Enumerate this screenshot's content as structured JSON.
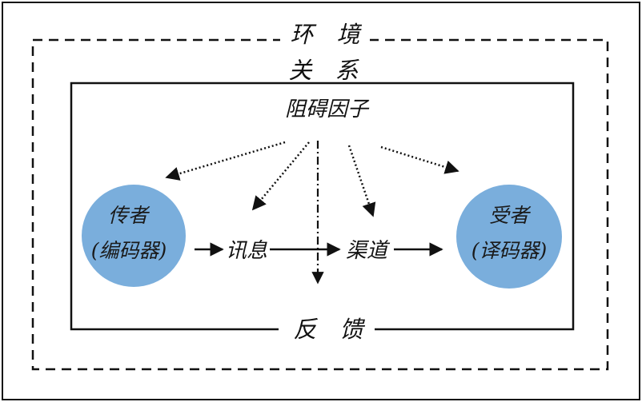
{
  "labels": {
    "environment": "环　境",
    "relationship": "关　系",
    "barrier": "阻碍因子",
    "feedback": "反　馈",
    "message": "讯息",
    "channel": "渠道"
  },
  "nodes": {
    "sender": {
      "line1": "传者",
      "line2": "(编码器)"
    },
    "receiver": {
      "line1": "受者",
      "line2": "(译码器)"
    }
  },
  "colors": {
    "node_fill": "#7aaedc",
    "line": "#111111",
    "background": "#ffffff"
  }
}
